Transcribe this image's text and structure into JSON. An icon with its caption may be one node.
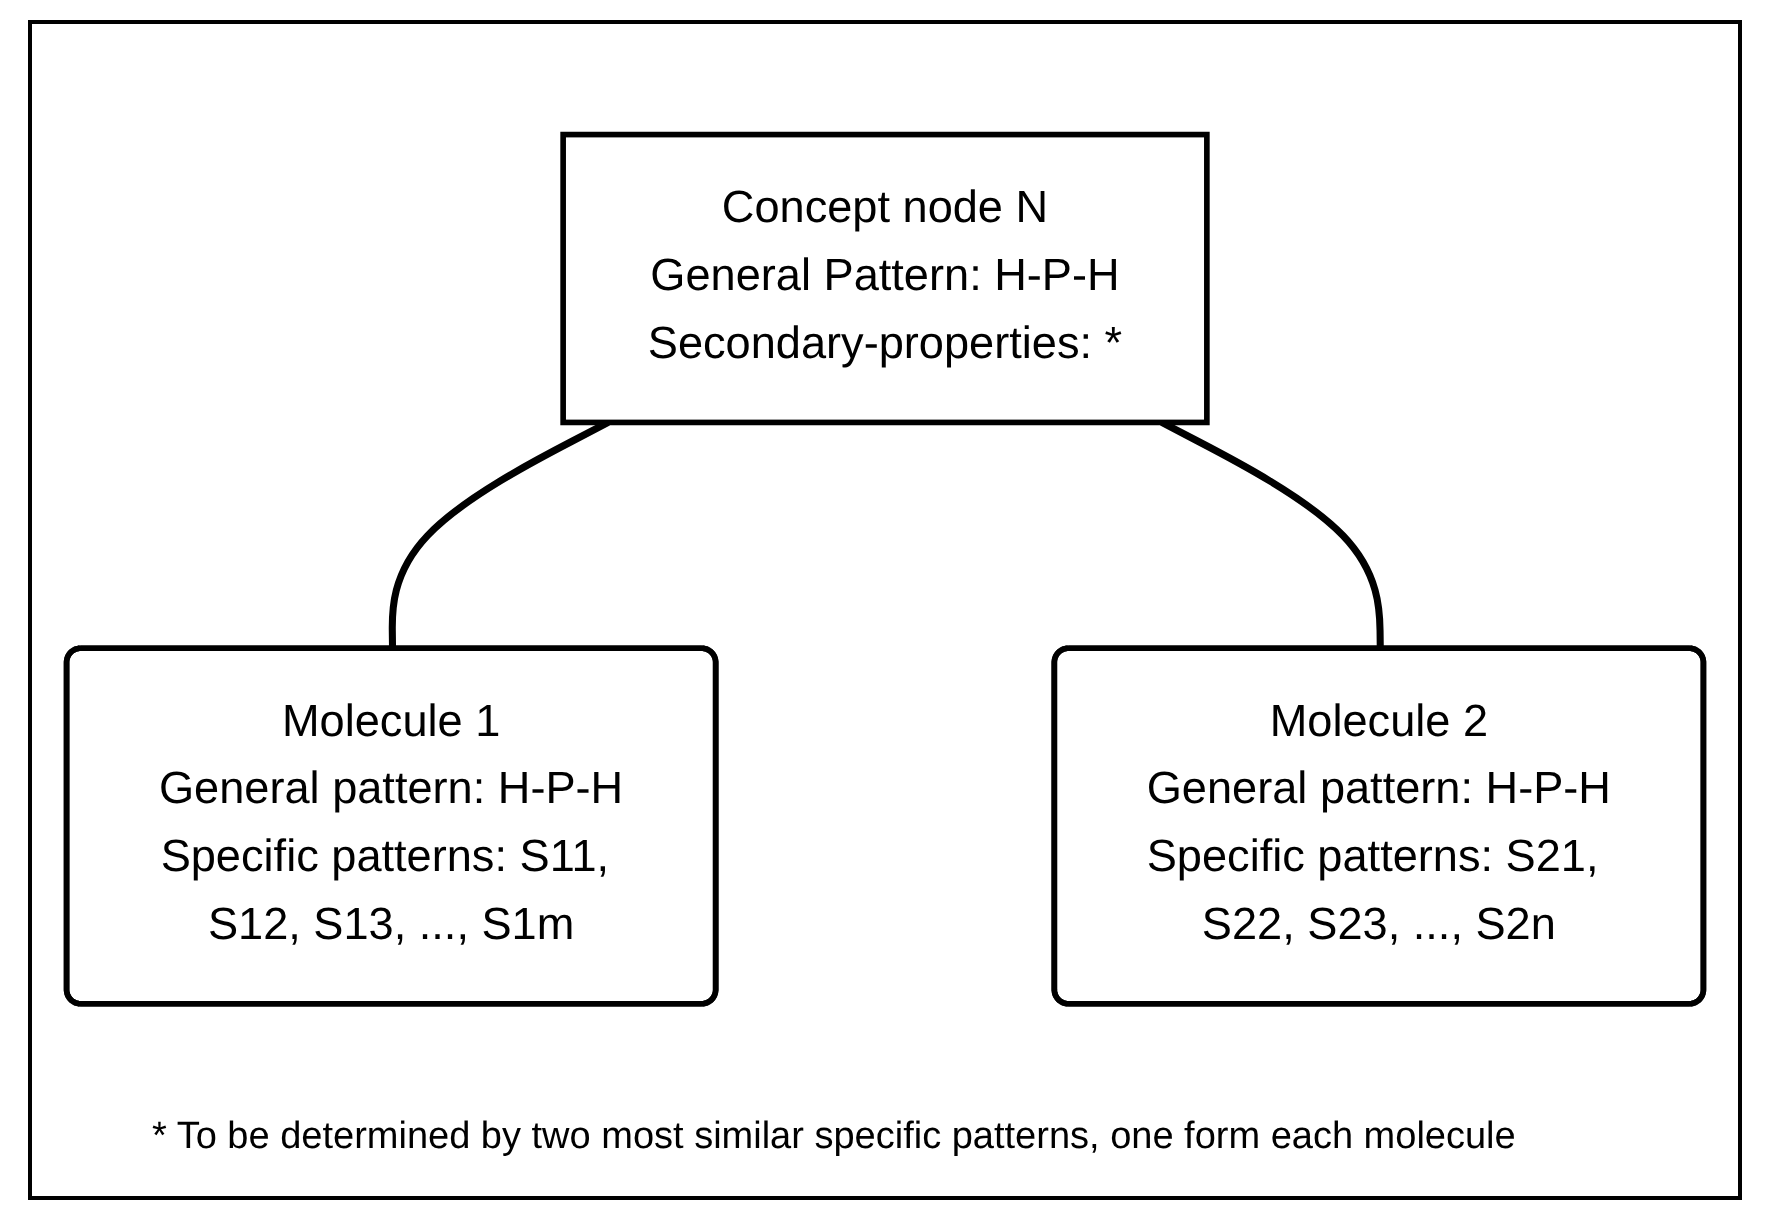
{
  "diagram": {
    "nodes": [
      {
        "text": [
          "Concept node N",
          "General Pattern: H-P-H",
          "Secondary-properties: *"
        ]
      },
      {
        "text": [
          "Molecule 1",
          "General pattern: H-P-H",
          "Specific patterns: S11, S12, S13, ..., S1m"
        ]
      },
      {
        "text": [
          "Molecule 2",
          "General pattern: H-P-H",
          "Specific patterns: S21, S22, S23, ..., S2n"
        ]
      }
    ],
    "edges": [
      {
        "from": 0,
        "to": 1,
        "arrow": "none"
      },
      {
        "from": 0,
        "to": 2,
        "arrow": "none"
      }
    ],
    "labels": [
      "* To be determined by two most similar specific patterns, one form each molecule"
    ]
  }
}
